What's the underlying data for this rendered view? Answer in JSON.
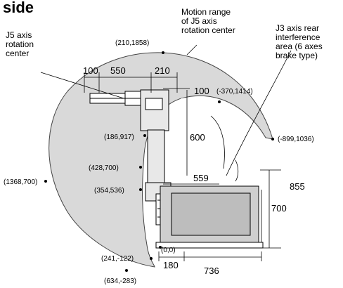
{
  "title": "side",
  "annotations": {
    "j5_center": [
      "J5 axis",
      "rotation",
      "center"
    ],
    "j5_range": [
      "Motion range",
      "of J5 axis",
      "rotation center"
    ],
    "j3_rear": [
      "J3 axis rear",
      "interference",
      "area (6 axes",
      "brake type)"
    ]
  },
  "coordinates": {
    "top": "(210,1858)",
    "upper_right": "(-370,1414)",
    "far_right": "(-899,1036)",
    "mid_left_a": "(186,917)",
    "mid_left_b": "(428,700)",
    "far_left": "(1368,700)",
    "mid_left_c": "(354,536)",
    "low_left": "(241,-122)",
    "origin": "(0,0)",
    "bottom": "(634,-283)"
  },
  "dimensions": {
    "top_100": "100",
    "top_550": "550",
    "top_210": "210",
    "right_100": "100",
    "vert_600": "600",
    "horiz_559": "559",
    "vert_855": "855",
    "vert_700": "700",
    "bottom_180": "180",
    "bottom_736": "736"
  },
  "colors": {
    "range_fill": "#d9d9d9",
    "line": "#000000"
  }
}
